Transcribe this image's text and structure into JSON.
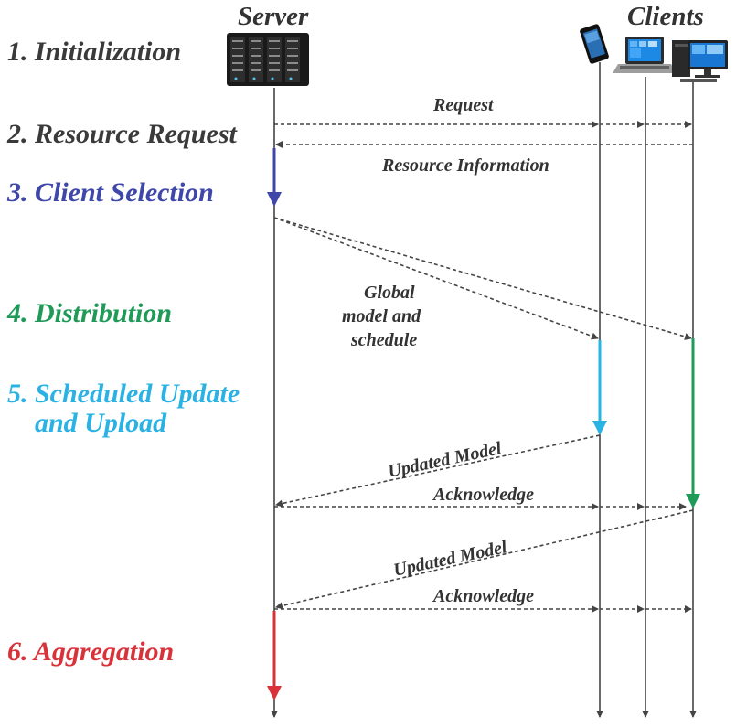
{
  "headers": {
    "server": "Server",
    "clients": "Clients"
  },
  "steps": [
    {
      "label": "1. Initialization",
      "color": "#3a3a3a"
    },
    {
      "label": "2. Resource Request",
      "color": "#3a3a3a"
    },
    {
      "label": "3. Client Selection",
      "color": "#3f48a8"
    },
    {
      "label": "4. Distribution",
      "color": "#1f9a58"
    },
    {
      "label": "5. Scheduled Update",
      "color": "#29b2e3"
    },
    {
      "label": "and Upload",
      "color": "#29b2e3"
    },
    {
      "label": "6. Aggregation",
      "color": "#d8333a"
    }
  ],
  "messages": {
    "request": "Request",
    "resource_info": "Resource Information",
    "global_model_1": "Global",
    "global_model_2": "model and",
    "global_model_3": "schedule",
    "updated_model_1": "Updated Model",
    "acknowledge_1": "Acknowledge",
    "updated_model_2": "Updated Model",
    "acknowledge_2": "Acknowledge"
  },
  "icons": [
    "server-rack-icon",
    "smartphone-icon",
    "laptop-icon",
    "desktop-computer-icon"
  ],
  "colors": {
    "selection": "#3f48a8",
    "distribution": "#1f9a58",
    "update": "#29b2e3",
    "aggregation": "#d8333a"
  }
}
